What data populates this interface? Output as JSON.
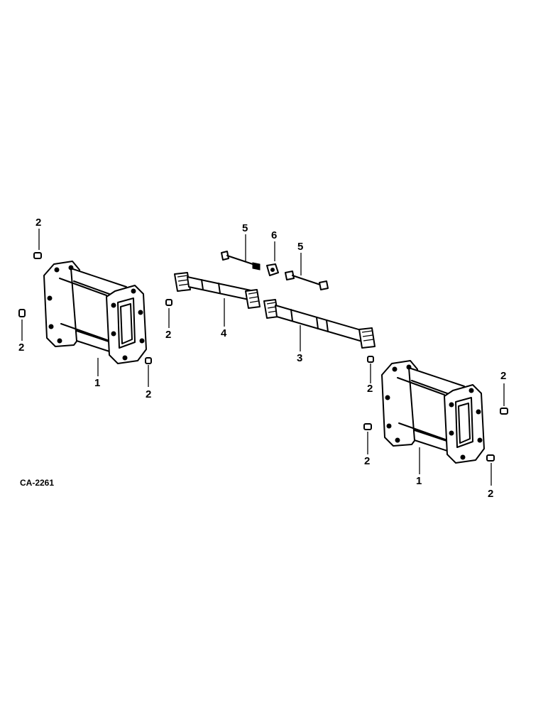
{
  "figure_code": "CA-2261",
  "callouts": [
    {
      "id": "c1",
      "text": "2"
    },
    {
      "id": "c2",
      "text": "2"
    },
    {
      "id": "c3",
      "text": "2"
    },
    {
      "id": "c4",
      "text": "1"
    },
    {
      "id": "c5",
      "text": "2"
    },
    {
      "id": "c6",
      "text": "5"
    },
    {
      "id": "c7",
      "text": "6"
    },
    {
      "id": "c8",
      "text": "5"
    },
    {
      "id": "c9",
      "text": "4"
    },
    {
      "id": "c10",
      "text": "3"
    },
    {
      "id": "c11",
      "text": "2"
    },
    {
      "id": "c12",
      "text": "2"
    },
    {
      "id": "c13",
      "text": "2"
    },
    {
      "id": "c14",
      "text": "1"
    },
    {
      "id": "c15",
      "text": "2"
    }
  ]
}
